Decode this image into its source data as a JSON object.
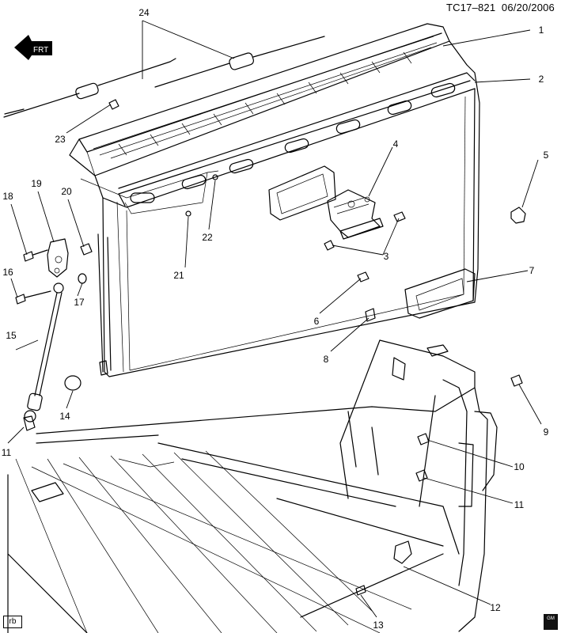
{
  "header": {
    "code": "TC17–821",
    "date": "06/20/2006"
  },
  "front_label": "FRT",
  "corner_tag": "rb",
  "logo_text": "GM",
  "callouts": [
    "1",
    "2",
    "3",
    "4",
    "5",
    "6",
    "7",
    "8",
    "9",
    "10",
    "11",
    "12",
    "13",
    "14",
    "15",
    "16",
    "17",
    "18",
    "19",
    "20",
    "21",
    "22",
    "23",
    "24",
    "11"
  ]
}
